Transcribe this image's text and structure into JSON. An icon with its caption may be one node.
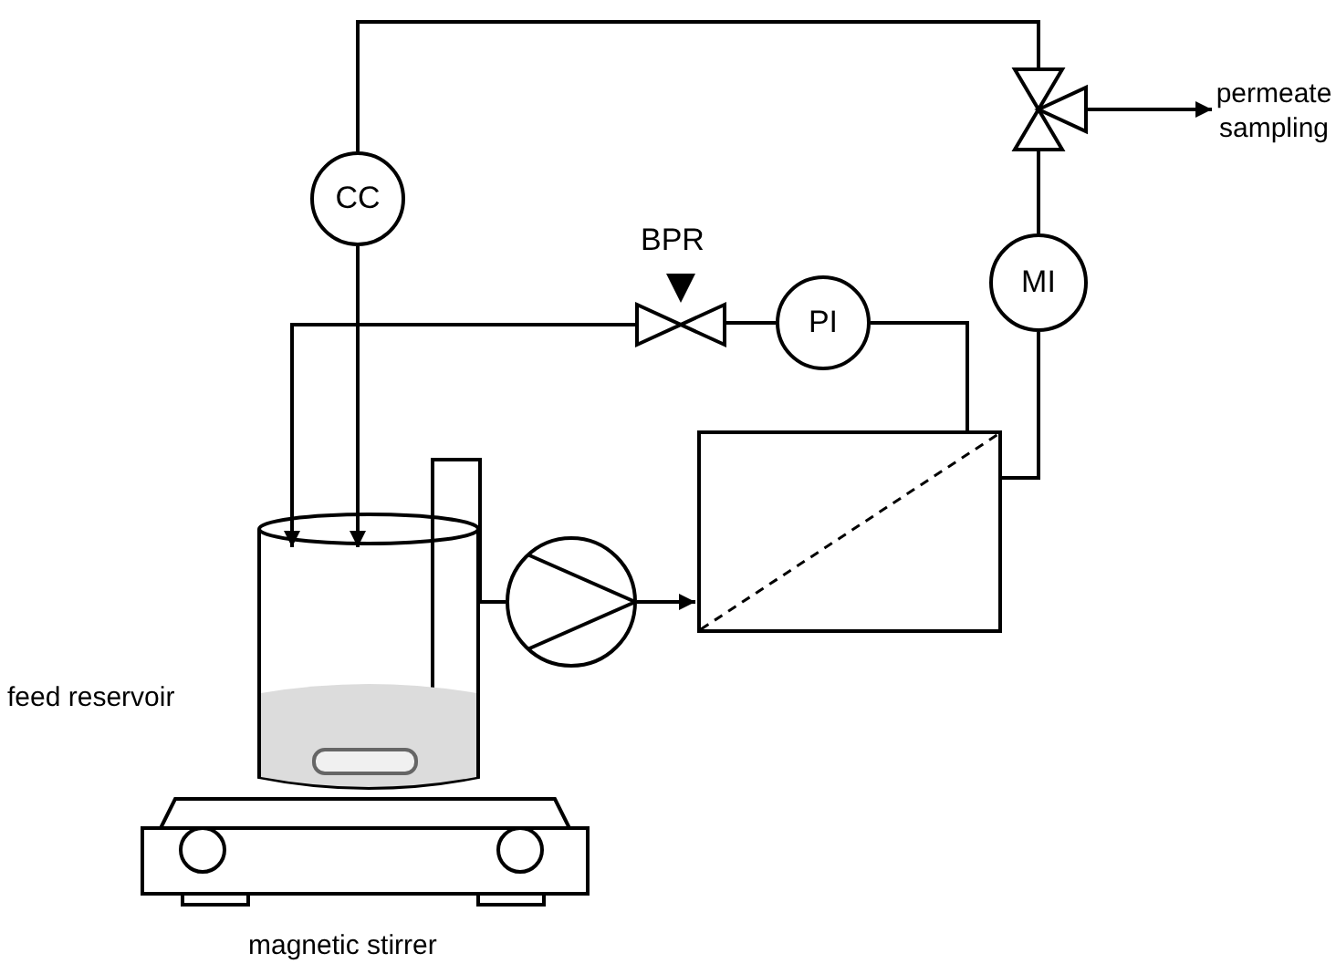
{
  "diagram": {
    "nodes": [
      {
        "text": [
          "CC"
        ]
      },
      {
        "text": [],
        "shape": "valve",
        "beside": [
          "BPR"
        ]
      },
      {
        "text": [
          "PI"
        ]
      },
      {
        "text": [
          "MI"
        ]
      },
      {
        "text": [],
        "shape": "valve"
      },
      {
        "text": [
          "permeate sampling"
        ]
      },
      {
        "text": [],
        "shape": "beaker",
        "beside": [
          "feed reservoir"
        ]
      },
      {
        "text": [],
        "shape": "pump"
      },
      {
        "text": [],
        "shape": "box"
      },
      {
        "text": [],
        "shape": "stirrer",
        "beside": [
          "magnetic stirrer"
        ]
      }
    ],
    "edges": [
      {
        "from": 4,
        "to": 0,
        "arrow": "none"
      },
      {
        "from": 0,
        "to": 6,
        "arrow": "to"
      },
      {
        "from": 8,
        "to": 2,
        "arrow": "none"
      },
      {
        "from": 2,
        "to": 1,
        "arrow": "none"
      },
      {
        "from": 1,
        "to": 6,
        "arrow": "to"
      },
      {
        "from": 8,
        "to": 3,
        "arrow": "none"
      },
      {
        "from": 3,
        "to": 4,
        "arrow": "none"
      },
      {
        "from": 4,
        "to": 5,
        "arrow": "to"
      },
      {
        "from": 6,
        "to": 7,
        "arrow": "none"
      },
      {
        "from": 7,
        "to": 8,
        "arrow": "to"
      }
    ]
  }
}
